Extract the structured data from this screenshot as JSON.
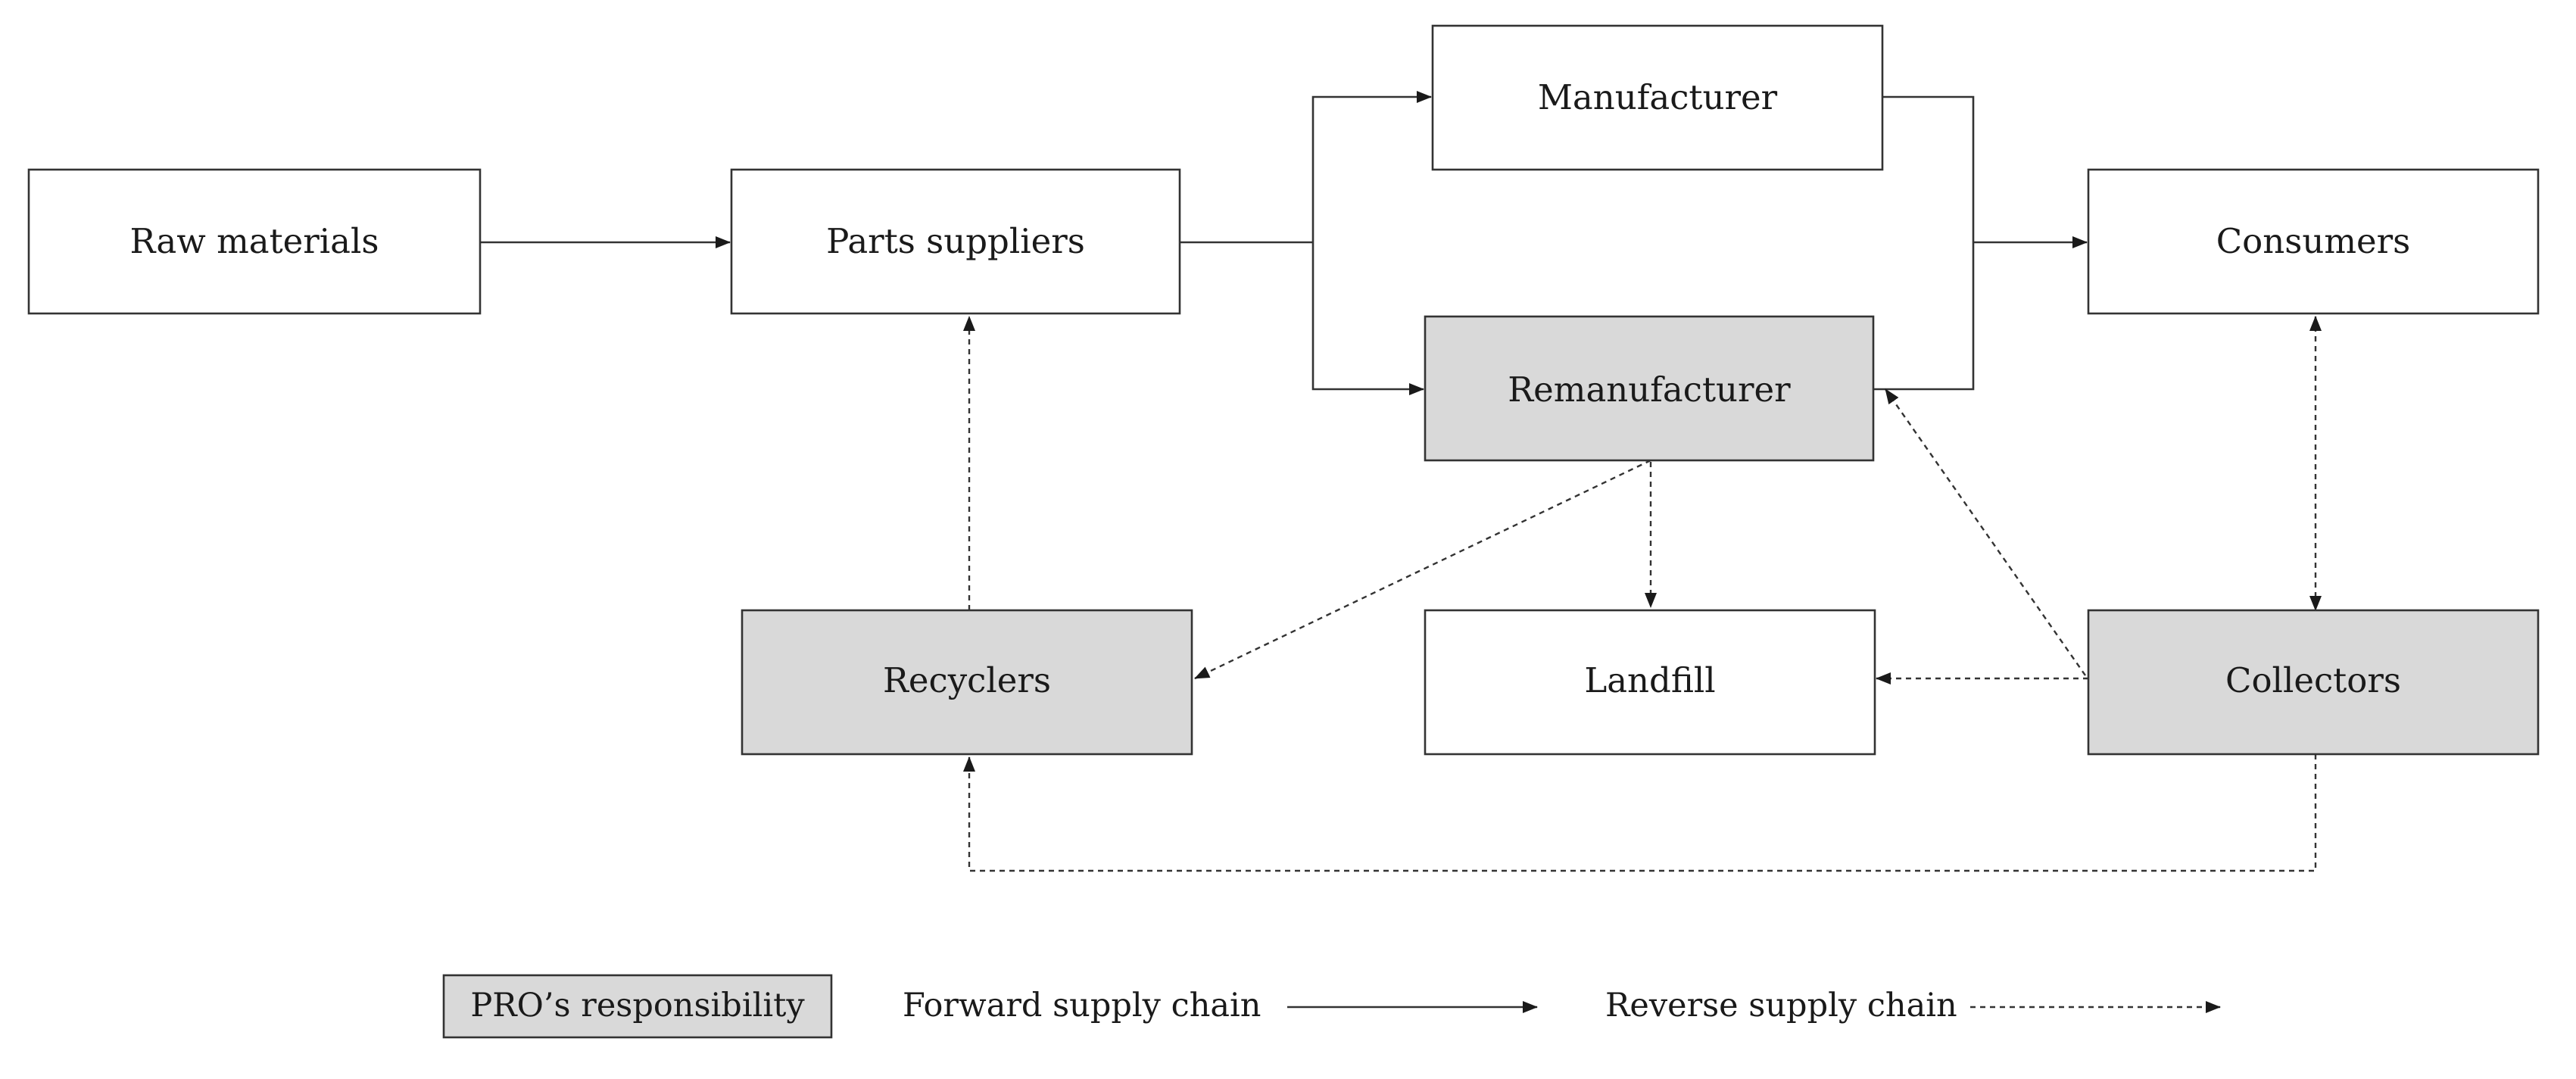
{
  "nodes": {
    "raw_materials": {
      "label": "Raw materials",
      "pro": false
    },
    "parts_suppliers": {
      "label": "Parts suppliers",
      "pro": false
    },
    "manufacturer": {
      "label": "Manufacturer",
      "pro": false
    },
    "remanufacturer": {
      "label": "Remanufacturer",
      "pro": true
    },
    "consumers": {
      "label": "Consumers",
      "pro": false
    },
    "recyclers": {
      "label": "Recyclers",
      "pro": true
    },
    "landfill": {
      "label": "Landfill",
      "pro": false
    },
    "collectors": {
      "label": "Collectors",
      "pro": true
    }
  },
  "edges": [
    {
      "from": "raw_materials",
      "to": "parts_suppliers",
      "type": "forward"
    },
    {
      "from": "parts_suppliers",
      "to": "manufacturer",
      "type": "forward"
    },
    {
      "from": "parts_suppliers",
      "to": "remanufacturer",
      "type": "forward"
    },
    {
      "from": "manufacturer",
      "to": "consumers",
      "type": "forward"
    },
    {
      "from": "remanufacturer",
      "to": "consumers",
      "type": "forward"
    },
    {
      "from": "recyclers",
      "to": "parts_suppliers",
      "type": "reverse"
    },
    {
      "from": "remanufacturer",
      "to": "recyclers",
      "type": "reverse"
    },
    {
      "from": "remanufacturer",
      "to": "landfill",
      "type": "reverse"
    },
    {
      "from": "collectors",
      "to": "remanufacturer",
      "type": "reverse"
    },
    {
      "from": "collectors",
      "to": "landfill",
      "type": "reverse"
    },
    {
      "from": "consumers",
      "to": "collectors",
      "type": "reverse",
      "bidirectional": true
    },
    {
      "from": "collectors",
      "to": "recyclers",
      "type": "reverse"
    }
  ],
  "legend": {
    "pro_label": "PRO’s responsibility",
    "forward_label": "Forward supply chain",
    "reverse_label": "Reverse supply chain"
  },
  "colors": {
    "pro_fill": "#d9d9d9",
    "box_fill": "#ffffff",
    "line": "#333333"
  }
}
